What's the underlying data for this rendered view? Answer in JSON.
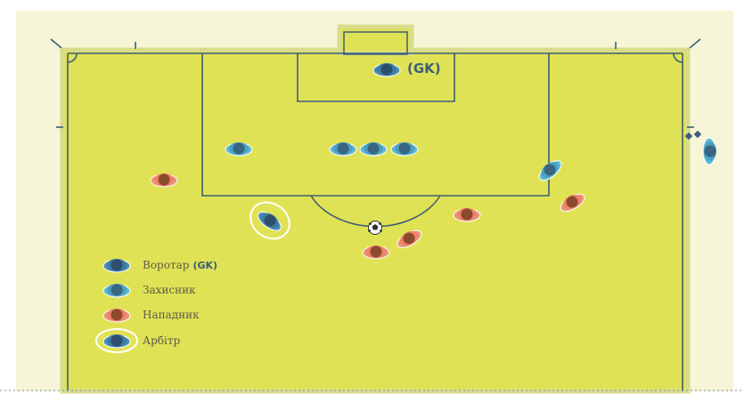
{
  "colors": {
    "outer_bg": "#f6f5d8",
    "field": "#e0e255",
    "field_border": "#d9dc8a",
    "line": "#3b5e76",
    "gk_body": "#3d7ba0",
    "gk_shoulder": "#4a8db6",
    "gk_head": "#2e4f6b",
    "def_body": "#4aa0c0",
    "def_shoulder": "#62b8d6",
    "def_head": "#3a6580",
    "att_body": "#f08068",
    "att_shoulder": "#e8967c",
    "att_head": "#8b4a2e",
    "ref_ring": "#ffffff",
    "gk_label": "#3b5e76",
    "legend_text": "#5a5a4a",
    "dotted": "#8aa0b0"
  },
  "goalkeeper_tag": "(GK)",
  "legend": {
    "goalkeeper": "Воротар",
    "goalkeeper_tag": "(GK)",
    "defender": "Захисник",
    "attacker": "Нападник",
    "referee": "Арбітр"
  },
  "icons": {
    "ball": "soccer-ball-icon",
    "corner_flag": "corner-flag-icon"
  }
}
